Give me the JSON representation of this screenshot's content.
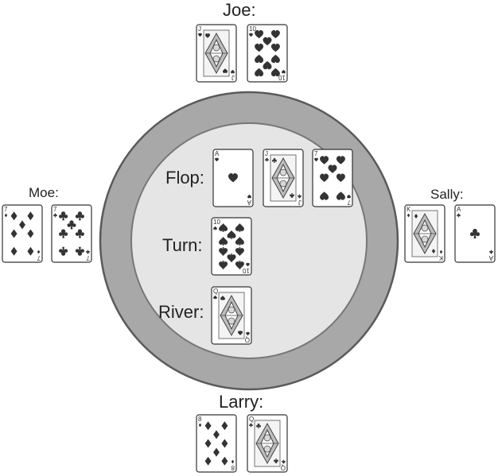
{
  "players": {
    "joe": {
      "name": "Joe:",
      "cards": [
        {
          "rank": "J",
          "suit": "heart",
          "face": true
        },
        {
          "rank": "10",
          "suit": "heart"
        }
      ]
    },
    "moe": {
      "name": "Moe:",
      "cards": [
        {
          "rank": "7",
          "suit": "diamond"
        },
        {
          "rank": "7",
          "suit": "club"
        }
      ]
    },
    "sally": {
      "name": "Sally:",
      "cards": [
        {
          "rank": "K",
          "suit": "diamond",
          "face": true
        },
        {
          "rank": "A",
          "suit": "club"
        }
      ]
    },
    "larry": {
      "name": "Larry:",
      "cards": [
        {
          "rank": "8",
          "suit": "diamond"
        },
        {
          "rank": "Q",
          "suit": "club",
          "face": true
        }
      ]
    }
  },
  "board": {
    "flop": {
      "label": "Flop:",
      "cards": [
        {
          "rank": "A",
          "suit": "heart"
        },
        {
          "rank": "J",
          "suit": "club",
          "face": true
        },
        {
          "rank": "7",
          "suit": "heart"
        }
      ]
    },
    "turn": {
      "label": "Turn:",
      "cards": [
        {
          "rank": "10",
          "suit": "spade"
        }
      ]
    },
    "river": {
      "label": "River:",
      "cards": [
        {
          "rank": "Q",
          "suit": "spade",
          "face": true
        }
      ]
    }
  },
  "colors": {
    "card_pips": "#333333",
    "table_ring": "#a8a8a9",
    "table_felt": "#e5e5e6",
    "table_outline": "#5a5a5a"
  }
}
